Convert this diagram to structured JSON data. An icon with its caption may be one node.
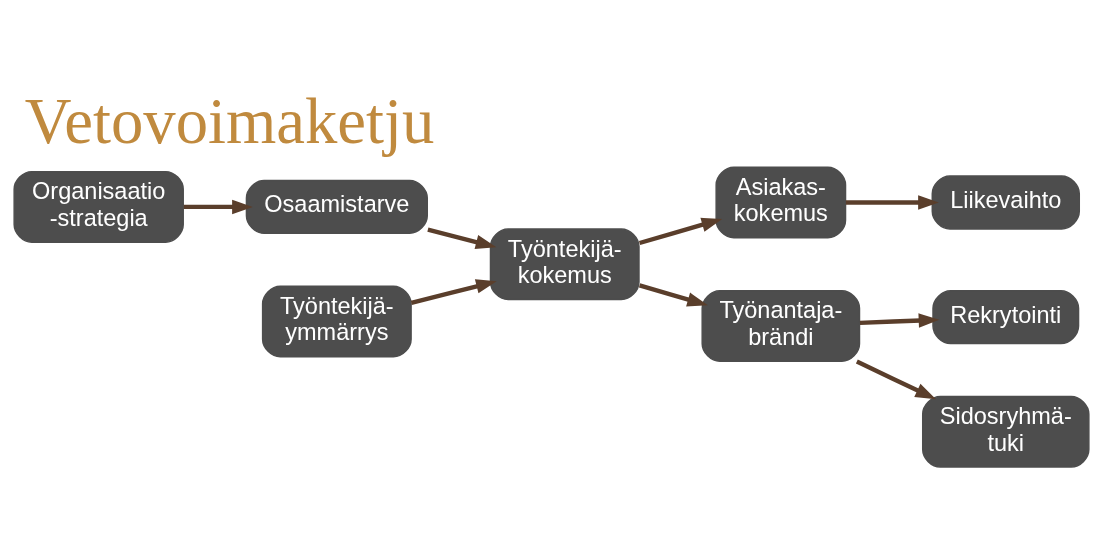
{
  "diagram": {
    "title": "Vetovoimaketju",
    "nodes": [
      {
        "text": [
          "Organisaatio -strategia"
        ]
      },
      {
        "text": [
          "Osaamistarve"
        ]
      },
      {
        "text": [
          "Asiakas- kokemus"
        ]
      },
      {
        "text": [
          "Liikevaihto"
        ]
      },
      {
        "text": [
          "Työntekijä- kokemus"
        ]
      },
      {
        "text": [
          "Rekrytointi"
        ]
      },
      {
        "text": [
          "Työntekijä- ymmärrys"
        ]
      },
      {
        "text": [
          "Työnantaja- brändi"
        ]
      },
      {
        "text": [
          "Sidosryhmä- tuki"
        ]
      }
    ],
    "edges": [
      {
        "from": 0,
        "to": 1,
        "arrow": "to"
      },
      {
        "from": 1,
        "to": 4,
        "arrow": "to"
      },
      {
        "from": 6,
        "to": 4,
        "arrow": "to"
      },
      {
        "from": 4,
        "to": 2,
        "arrow": "to"
      },
      {
        "from": 2,
        "to": 3,
        "arrow": "to"
      },
      {
        "from": 4,
        "to": 7,
        "arrow": "to"
      },
      {
        "from": 7,
        "to": 5,
        "arrow": "to"
      },
      {
        "from": 7,
        "to": 8,
        "arrow": "to"
      }
    ]
  }
}
